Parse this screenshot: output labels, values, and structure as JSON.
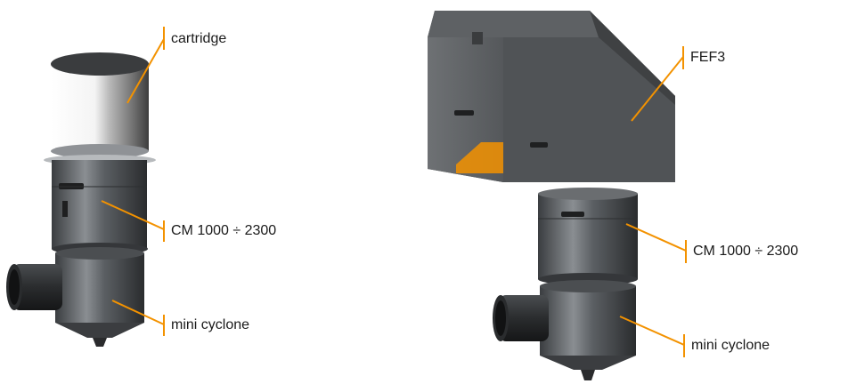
{
  "accent_color": "#f39200",
  "left_unit": {
    "labels": {
      "cartridge": "cartridge",
      "cm": "CM 1000 ÷ 2300",
      "cyclone": "mini cyclone"
    }
  },
  "right_unit": {
    "labels": {
      "fef": "FEF3",
      "cm": "CM 1000 ÷ 2300",
      "cyclone": "mini cyclone"
    }
  }
}
